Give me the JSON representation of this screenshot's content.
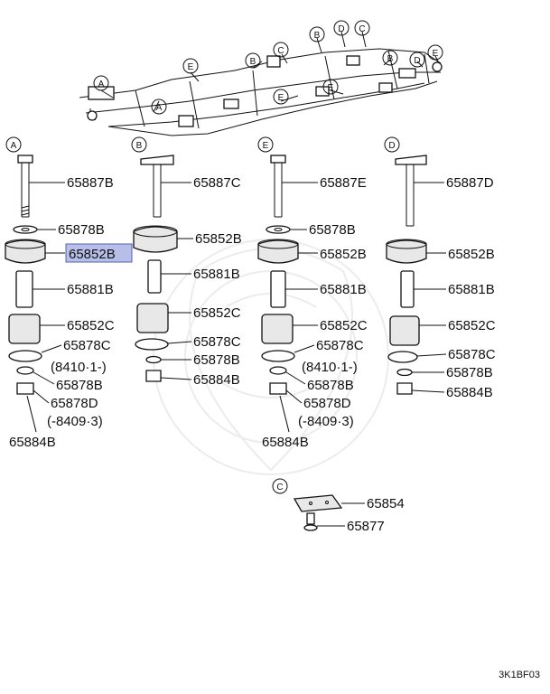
{
  "overview": {
    "callouts": [
      "A",
      "A",
      "E",
      "E",
      "B",
      "C",
      "B",
      "D",
      "C",
      "B",
      "D",
      "E",
      "E"
    ]
  },
  "columns": [
    {
      "key": "A",
      "labels": [
        "65887B",
        "65878B",
        "65852B",
        "65881B",
        "65852C",
        "65878C",
        "(8410·1-)",
        "65878B",
        "65878D",
        "(-8409·3)",
        "65884B"
      ]
    },
    {
      "key": "B",
      "labels": [
        "65887C",
        "65852B",
        "65881B",
        "65852C",
        "65878C",
        "65878B",
        "65884B"
      ]
    },
    {
      "key": "E",
      "labels": [
        "65887E",
        "65878B",
        "65852B",
        "65881B",
        "65852C",
        "65878C",
        "(8410·1-)",
        "65878B",
        "65878D",
        "(-8409·3)",
        "65884B"
      ]
    },
    {
      "key": "D",
      "labels": [
        "65887D",
        "65852B",
        "65881B",
        "65852C",
        "65878C",
        "65878B",
        "65884B"
      ]
    }
  ],
  "plate_group": {
    "key": "C",
    "labels": [
      "65854",
      "65877"
    ]
  },
  "highlighted_part": "65852B",
  "figure_code": "3K1BF03"
}
